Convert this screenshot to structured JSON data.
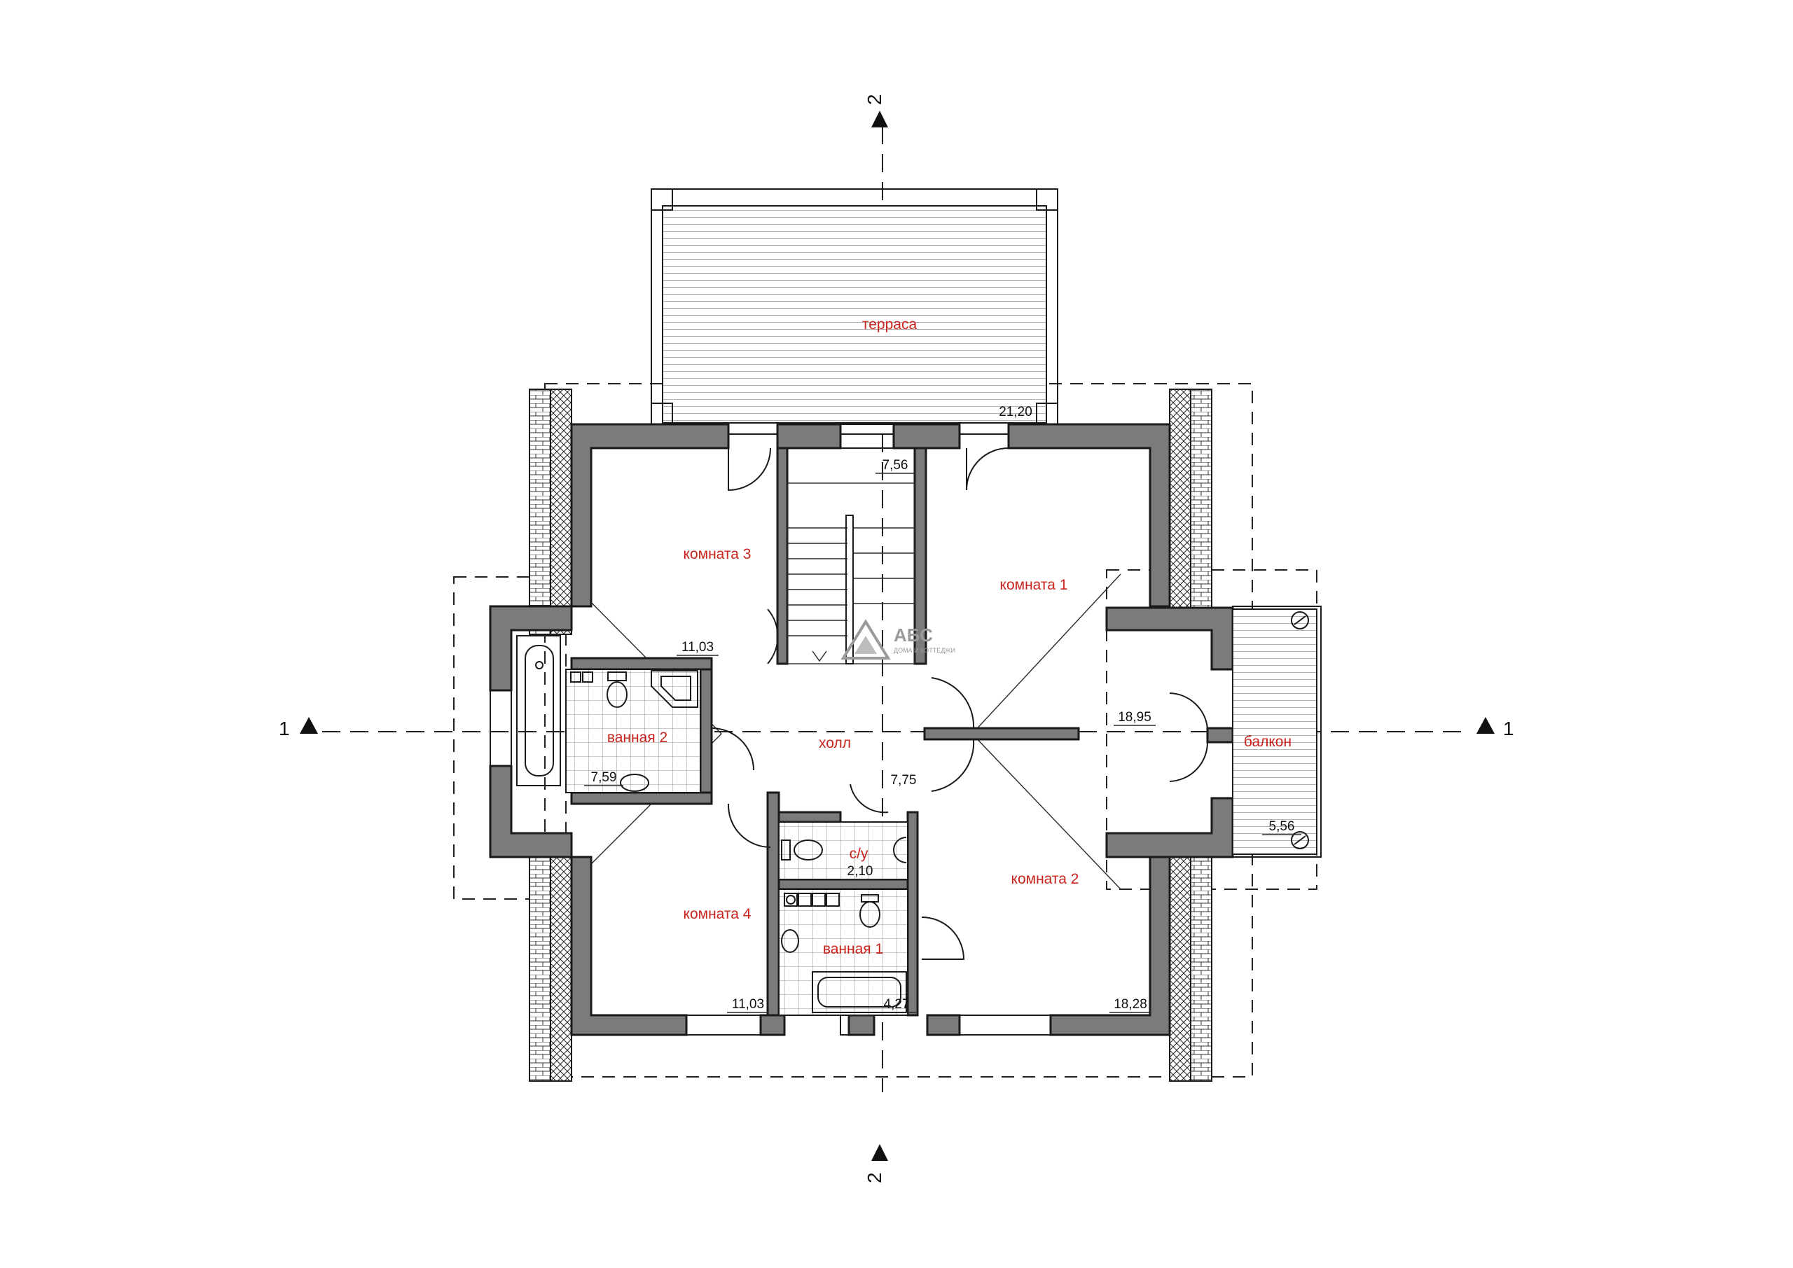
{
  "rooms": {
    "terrace": "терраса",
    "room3": "комната 3",
    "room1": "комната 1",
    "room2": "комната 2",
    "room4": "комната 4",
    "bath2": "ванная 2",
    "hall": "холл",
    "balcony": "балкон",
    "wc": "с/у",
    "bath1": "ванная 1"
  },
  "areas": {
    "terrace": "21,20",
    "stair": "7,56",
    "room3": "11,03",
    "room1": "18,95",
    "bath2": "7,59",
    "hall": "7,75",
    "wc": "2,10",
    "balcony": "5,56",
    "room4": "11,03",
    "bath1": "4,27",
    "room2": "18,28"
  },
  "sections": {
    "left": "1",
    "right": "1",
    "top": "2",
    "bottom": "2"
  },
  "logo": {
    "name": "АБС",
    "tagline": "ДОМА И КОТТЕДЖИ"
  },
  "colors": {
    "walls": "#7b7b7b",
    "room_labels": "#c8241d",
    "lines": "#1a1a1a"
  }
}
